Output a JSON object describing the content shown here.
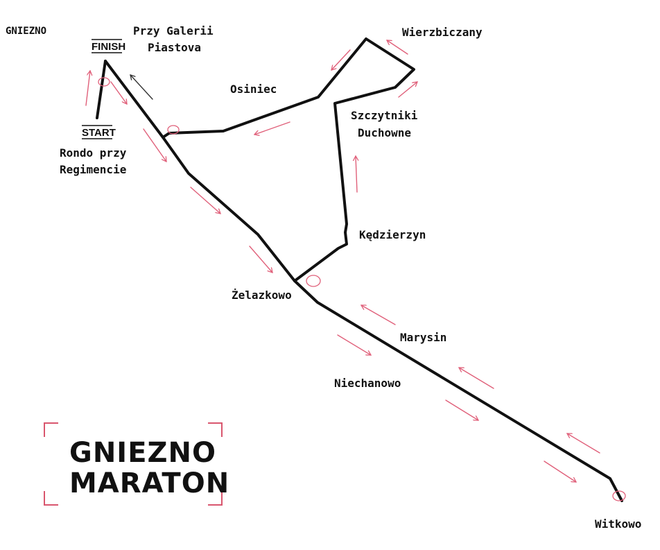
{
  "places": {
    "gniezno": "GNIEZNO",
    "przy_galerii_l1": "Przy Galerii",
    "przy_galerii_l2": "Piastova",
    "wierzbiczany": "Wierzbiczany",
    "osiniec": "Osiniec",
    "szczytniki_l1": "Szczytniki",
    "szczytniki_l2": "Duchowne",
    "rondo_l1": "Rondo przy",
    "rondo_l2": "Regimencie",
    "kedzierzyn": "Kędzierzyn",
    "zelazkowo": "Żelazkowo",
    "marysin": "Marysin",
    "niechanowo": "Niechanowo",
    "witkowo": "Witkowo"
  },
  "markers": {
    "finish": "FINISH",
    "start": "START"
  },
  "logo": {
    "line1": "GNIEZNO",
    "line2": "MARATON"
  },
  "colors": {
    "route": "#111111",
    "direction_arrow": "#e0607a",
    "bracket": "#d9566e"
  }
}
